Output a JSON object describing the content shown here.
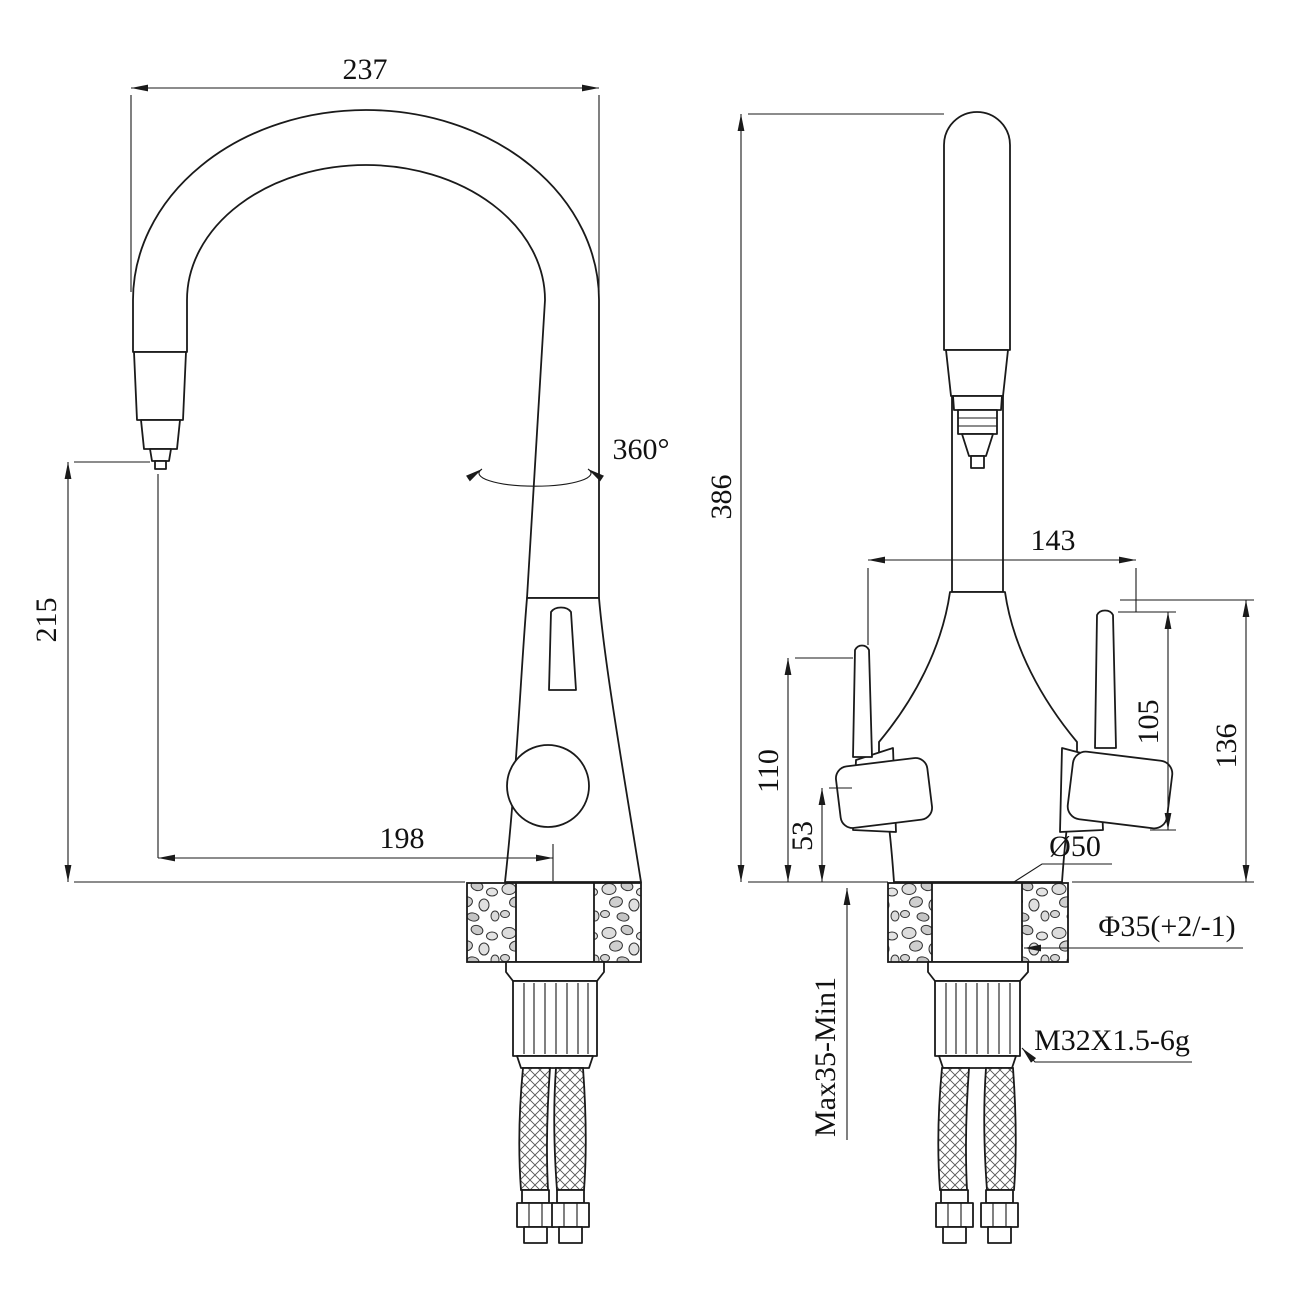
{
  "side_view": {
    "spout_width": "237",
    "spout_height": "215",
    "spout_reach": "198",
    "swivel_angle": "360°"
  },
  "front_view": {
    "total_height": "386",
    "handle_span": "143",
    "left_handle_height": "110",
    "left_handle_base_height": "53",
    "right_handle_height": "105",
    "right_handle_total_height": "136",
    "base_diameter": "Ø50",
    "mounting_hole": "Φ35(+2/-1)",
    "thread_spec": "M32X1.5-6g",
    "deck_thickness": "Max35-Min1"
  }
}
